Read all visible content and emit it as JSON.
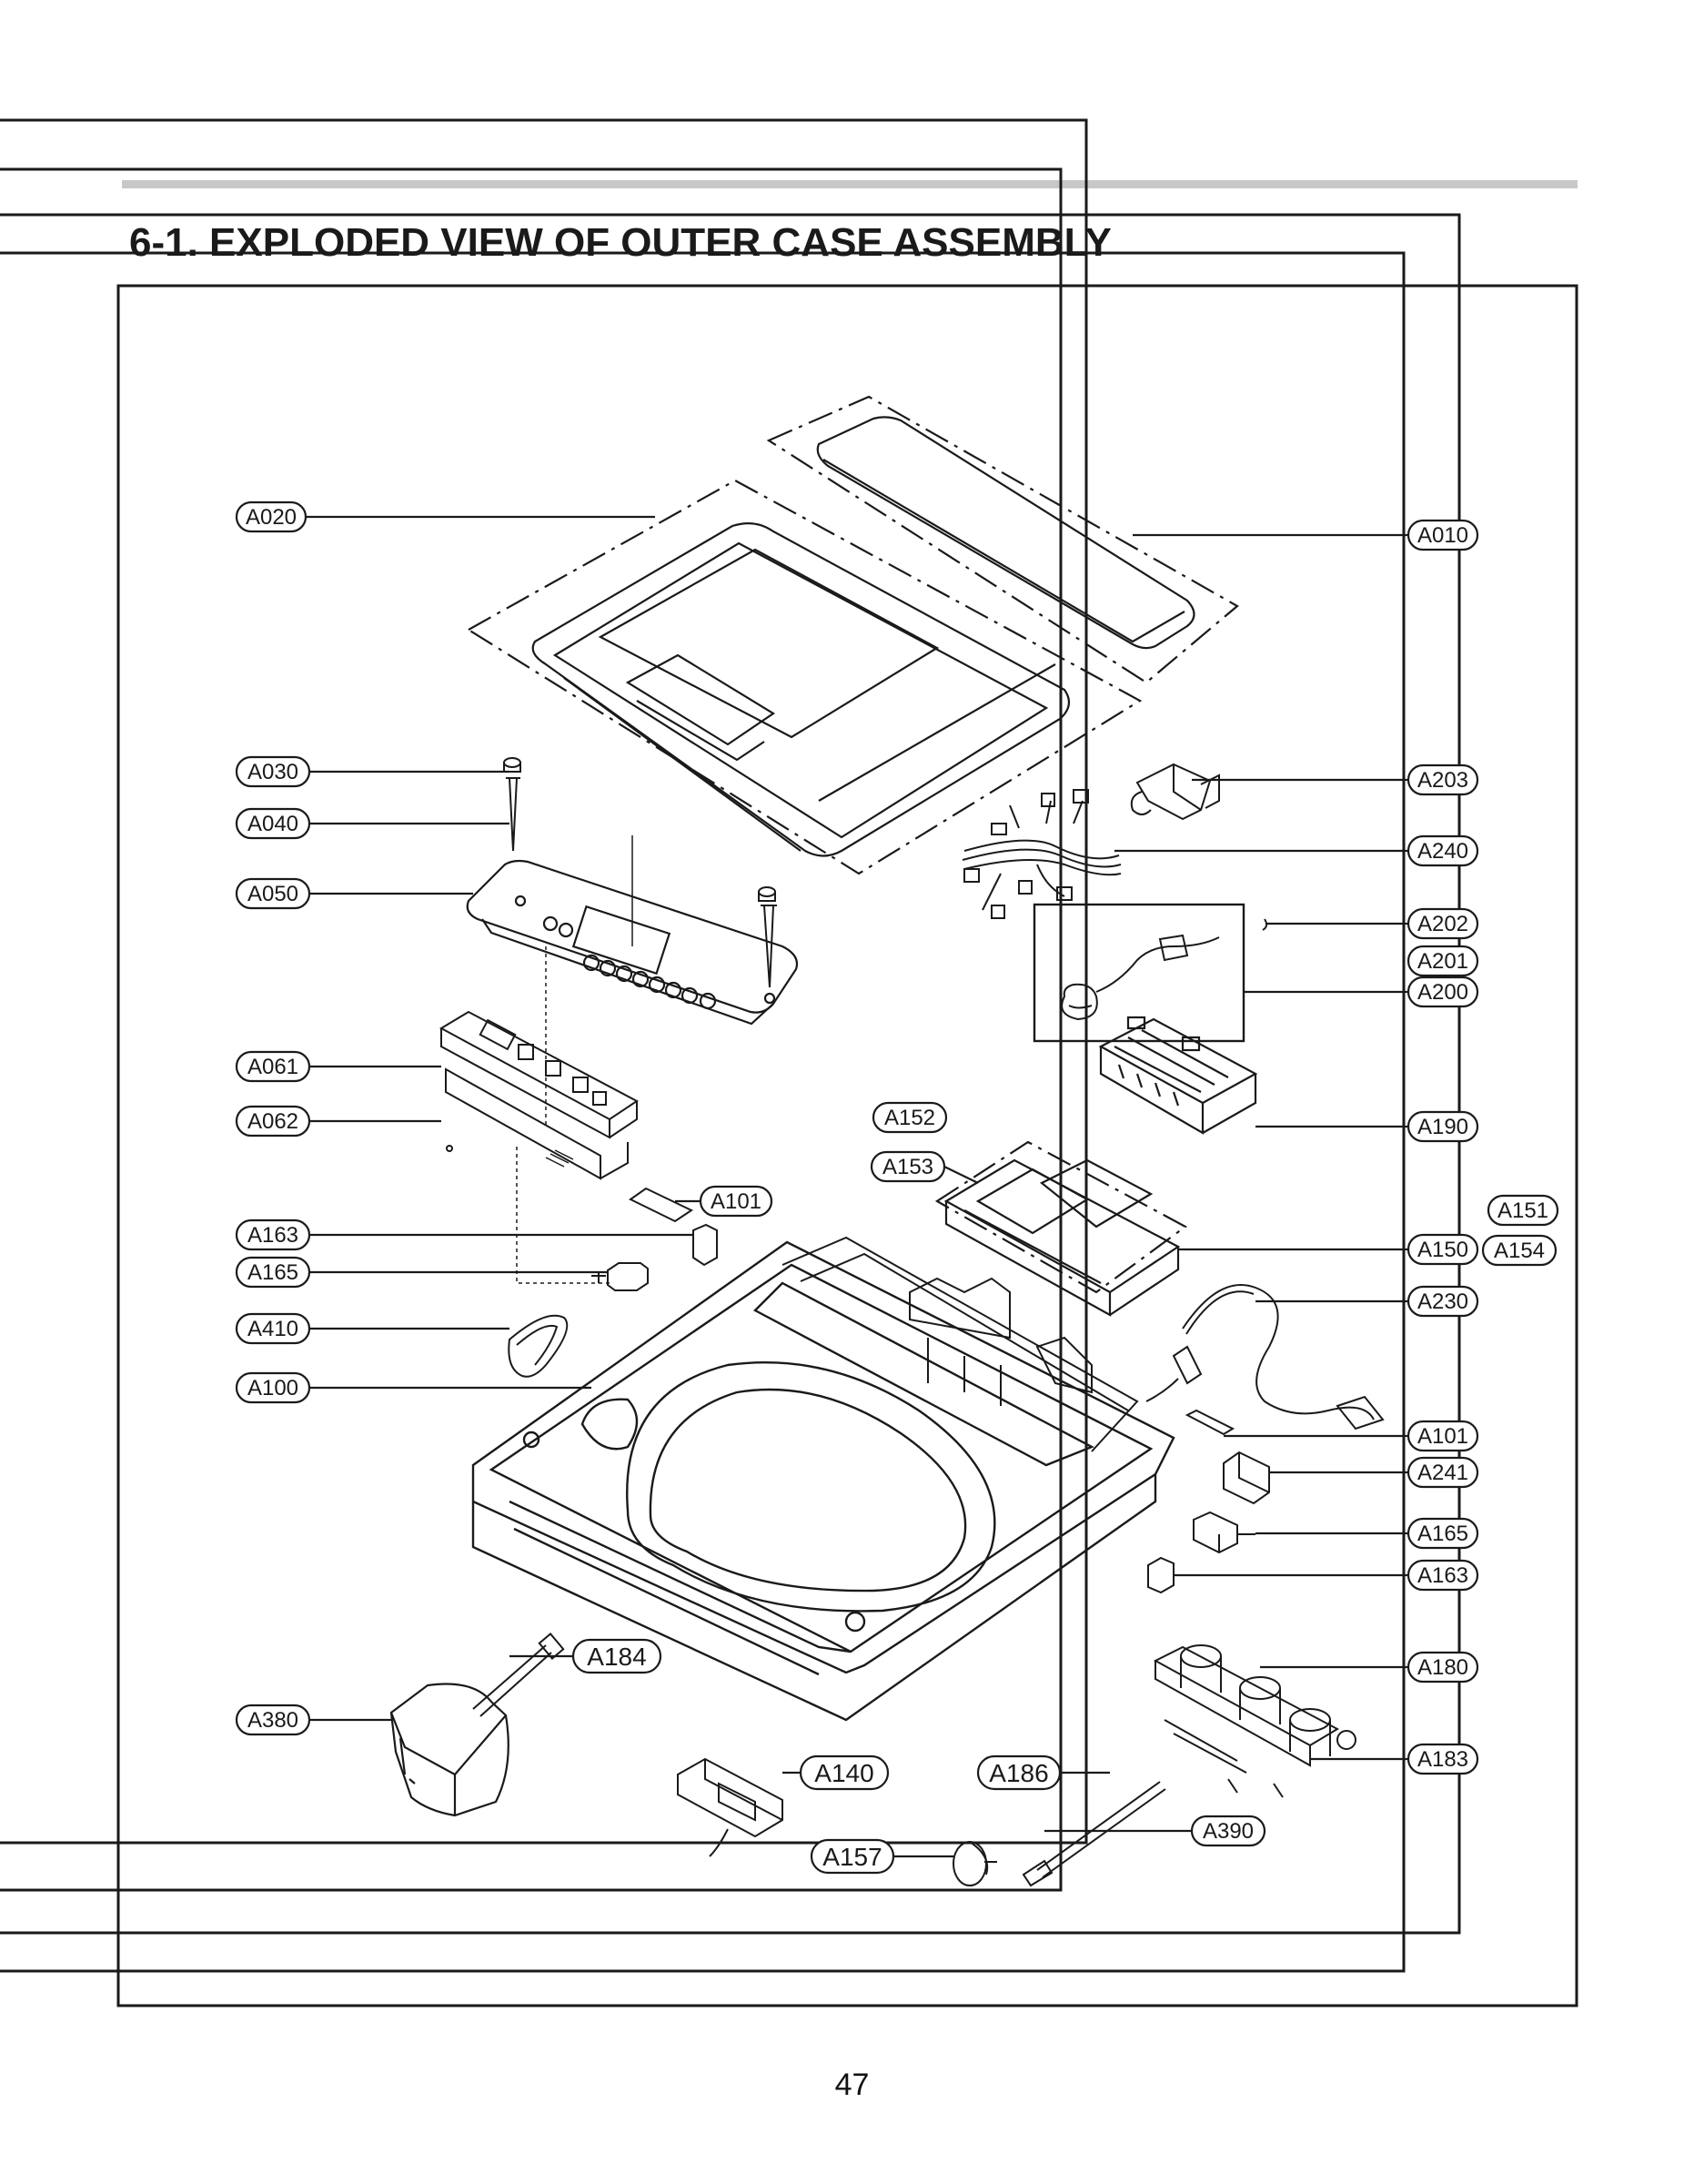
{
  "title": "6-1. EXPLODED VIEW OF OUTER CASE ASSEMBLY",
  "page_number": "47",
  "colors": {
    "line": "#1a1a1a",
    "rule": "#c8c8c8"
  },
  "callouts": {
    "a020": "A020",
    "a010": "A010",
    "a030": "A030",
    "a040": "A040",
    "a050": "A050",
    "a203": "A203",
    "a240": "A240",
    "a202": "A202",
    "a201": "A201",
    "a200": "A200",
    "a061": "A061",
    "a062": "A062",
    "a190": "A190",
    "a152": "A152",
    "a153": "A153",
    "a101_left": "A101",
    "a151": "A151",
    "a163_left": "A163",
    "a150": "A150",
    "a154": "A154",
    "a165_left": "A165",
    "a230": "A230",
    "a410": "A410",
    "a100": "A100",
    "a101_right": "A101",
    "a241": "A241",
    "a165_right": "A165",
    "a163_right": "A163",
    "a184": "A184",
    "a180": "A180",
    "a380": "A380",
    "a183": "A183",
    "a140": "A140",
    "a186": "A186",
    "a390": "A390",
    "a157": "A157"
  }
}
